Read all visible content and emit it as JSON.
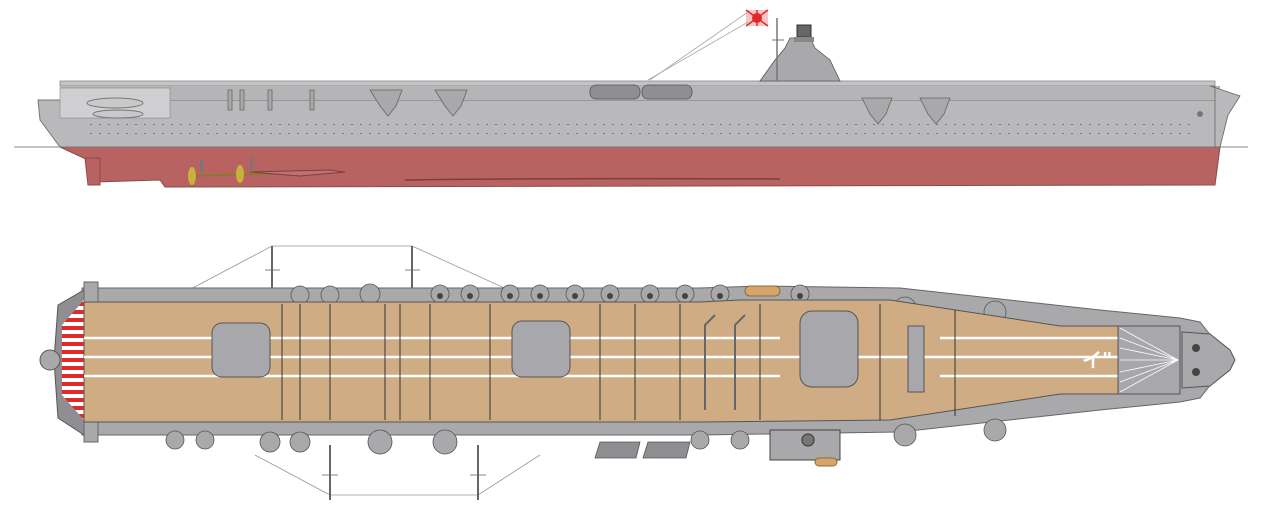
{
  "figure": {
    "subject": "aircraft carrier line drawing",
    "views": [
      {
        "id": "profile",
        "label": "side profile",
        "hull_upper_color": "#b9b9bb",
        "hull_lower_color": "#b86262",
        "waterline_color": "#888888"
      },
      {
        "id": "plan",
        "label": "top plan",
        "deck_color": "#cfac84",
        "elevator_color": "#a8a8ac",
        "edge_color": "#8f8f93",
        "stripe_color": "#e02a2a"
      }
    ],
    "ensign": {
      "color": "#e02a2a"
    },
    "deck_marking": "イ\""
  },
  "colors": {
    "background": "#ffffff",
    "hull_grey": "#b9b9bb",
    "hull_dark_grey": "#8f8f93",
    "underwater_red": "#b86262",
    "flight_deck": "#cfac84",
    "deck_line": "#ffffff",
    "propeller_brass": "#c8b23c",
    "ensign_red": "#e02a2a"
  }
}
